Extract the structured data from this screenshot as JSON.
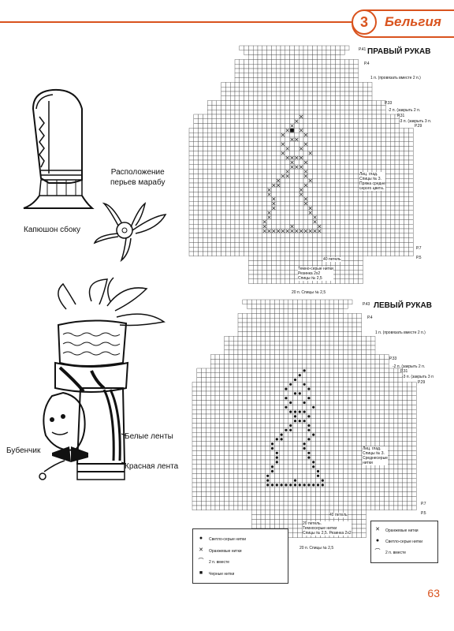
{
  "header": {
    "chapter_number": "3",
    "chapter_title": "Бельгия"
  },
  "illustrations": {
    "hood_side_label": "Капюшон сбоку",
    "feathers_label": "Расположение\nперьев марабу",
    "white_ribbons": "Белые ленты",
    "bell": "Бубенчик",
    "red_ribbon": "Красная лента"
  },
  "right_sleeve": {
    "title": "ПРАВЫЙ РУКАВ",
    "r_top": "Р.41",
    "r_4": "Р.4",
    "n1": "1 п. (провязать вместе 2 п.)",
    "r33": "Р.33",
    "k2": "-2 п. (закрыть 2 п.",
    "r31": "Р.31",
    "k3": "-3 п. (закрыть 3 п.",
    "r29": "Р.29",
    "note": "Лиц. глад.\nСпицы № 3.\nПряжа средне\nсерого цвета.",
    "r7": "Р.7",
    "r5": "Р.5",
    "stitches": "40 петель",
    "rib": "Темно-серые нитки\nРезинка 2х2\nСпицы № 2,5",
    "bottom": "20 п. Спицы № 2,5"
  },
  "left_sleeve": {
    "title": "ЛЕВЫЙ РУКАВ",
    "r_top": "Р.43",
    "r_4": "Р.4",
    "n1": "1 п. (провязать вместе 2 п.)",
    "r33": "Р.33",
    "k2": "-2 п. (закрыть 2 п.",
    "r31": "Р.31",
    "k3": "-3 п. (закрыть 3 п",
    "r29": "Р.29",
    "note": "Лиц. глад.\nСпицы № 3.\nСреднесерые\nнитки",
    "r7": "Р.7",
    "r5": "Р.5",
    "stitches": "40 петель",
    "rib": "20 петель.\nТемносерые нитки\nСпицы № 2,5. Резинка 2х2",
    "bottom": "20 п. Спицы № 2,5"
  },
  "legend_left": [
    {
      "icon": "dot-icon",
      "text": "Светло-серые нитки"
    },
    {
      "icon": "cross-icon",
      "text": "Оранжевые нитки"
    },
    {
      "icon": "arc-icon",
      "text": "2 п. вместе"
    },
    {
      "icon": "square-icon",
      "text": "Черные нитки"
    }
  ],
  "legend_right": [
    {
      "icon": "cross-icon",
      "text": "Оранжевые нитки"
    },
    {
      "icon": "dot-icon",
      "text": "Светло-серые нитки"
    },
    {
      "icon": "arc-icon",
      "text": "2 п. вместе"
    }
  ],
  "page_number": "63",
  "colors": {
    "accent": "#d9531e"
  }
}
